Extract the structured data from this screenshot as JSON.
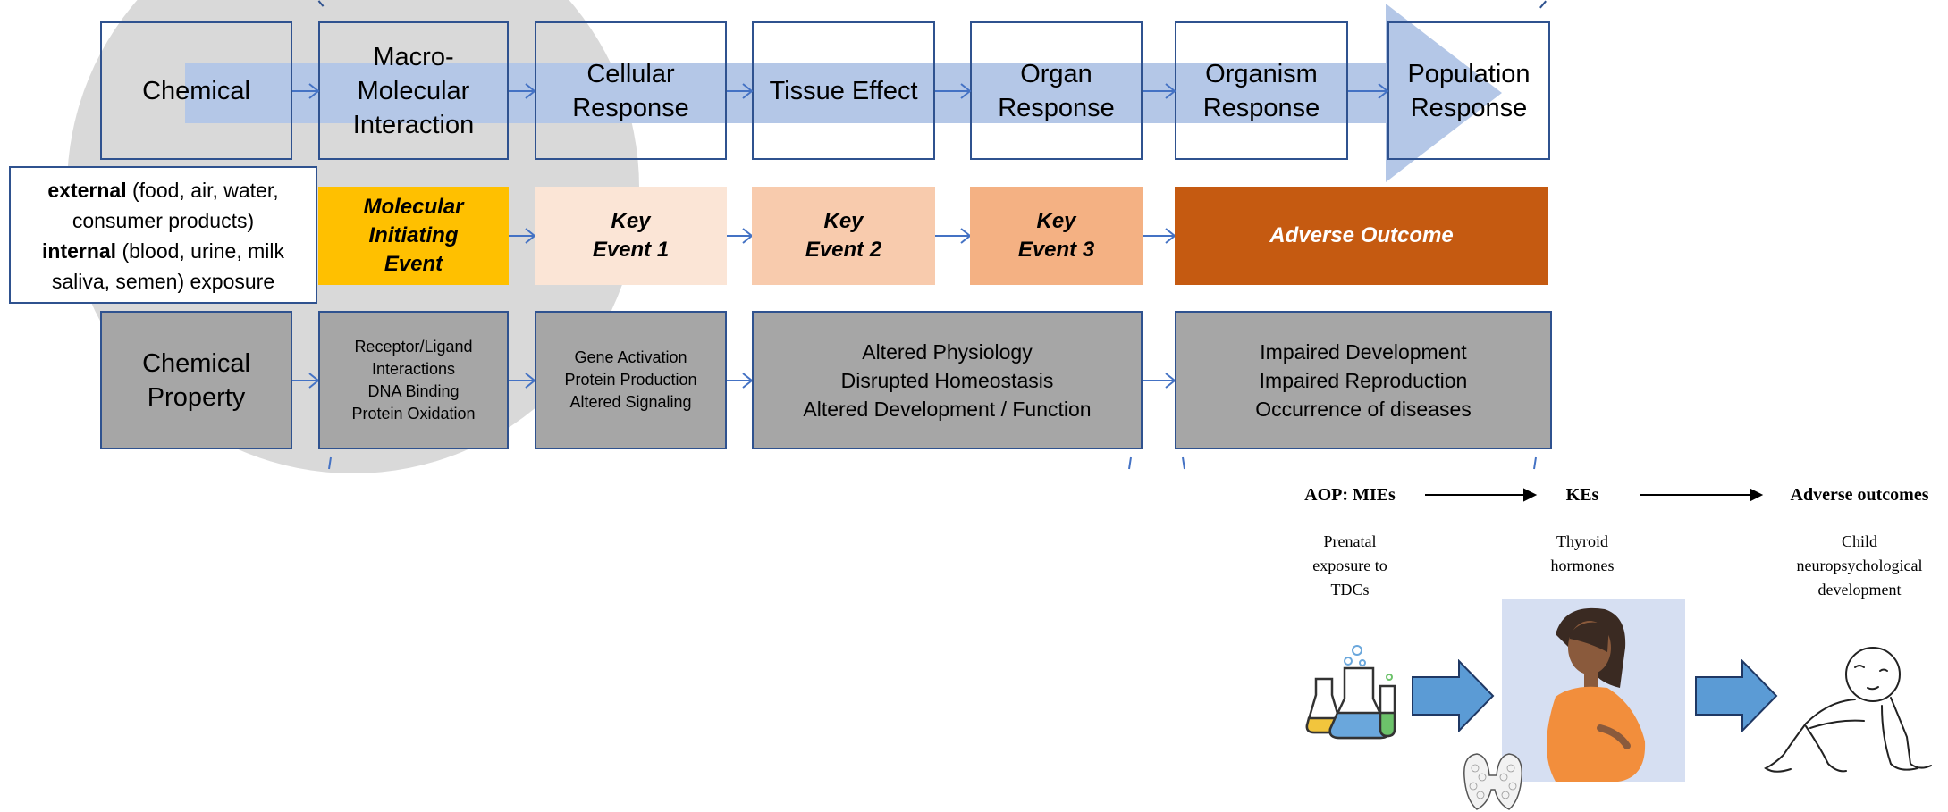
{
  "diagram": {
    "levels": [
      {
        "label": "Chemical"
      },
      {
        "label": "Macro-\nMolecular\nInteraction"
      },
      {
        "label": "Cellular\nResponse"
      },
      {
        "label": "Tissue Effect"
      },
      {
        "label": "Organ\nResponse"
      },
      {
        "label": "Organism\nResponse"
      },
      {
        "label": "Population\nResponse"
      }
    ],
    "exposure": {
      "external_bold": "external",
      "external_rest": " (food, air, water, consumer products)",
      "internal_bold": "internal",
      "internal_rest": " (blood, urine, milk saliva, semen) exposure"
    },
    "events": [
      {
        "label": "Molecular\nInitiating\nEvent",
        "color": "#ffc000"
      },
      {
        "label": "Key\nEvent 1",
        "color": "#fbe5d6"
      },
      {
        "label": "Key\nEvent 2",
        "color": "#f8cbad"
      },
      {
        "label": "Key\nEvent 3",
        "color": "#f4b183"
      },
      {
        "label": "Adverse Outcome",
        "color": "#c55a11"
      }
    ],
    "examples": [
      {
        "label": "Chemical\nProperty"
      },
      {
        "label": "Receptor/Ligand\nInteractions\nDNA Binding\nProtein Oxidation"
      },
      {
        "label": "Gene Activation\nProtein Production\nAltered Signaling"
      },
      {
        "label": "Altered Physiology\nDisrupted Homeostasis\nAltered Development / Function"
      },
      {
        "label": "Impaired Development\nImpaired Reproduction\nOccurrence of diseases"
      }
    ],
    "colors": {
      "border": "#2f528f",
      "band": "#b4c7e7",
      "circle": "#d9d9d9",
      "example_fill": "#a6a6a6"
    }
  },
  "aop": {
    "headers": {
      "mie": "AOP: MIEs",
      "ke": "KEs",
      "ao": "Adverse outcomes"
    },
    "descriptions": {
      "mie": "Prenatal\nexposure to\nTDCs",
      "ke": "Thyroid\nhormones",
      "ao": "Child\nneuropsychological\ndevelopment"
    },
    "icons": [
      "lab-flasks-icon",
      "pregnant-woman-icon",
      "thyroid-gland-icon",
      "crawling-baby-icon"
    ],
    "colors": {
      "arrow": "#5b9bd5",
      "panel": "#d6dff2",
      "dress": "#f28e3c",
      "hair": "#3a2a22",
      "skin": "#8a5a3c"
    }
  }
}
